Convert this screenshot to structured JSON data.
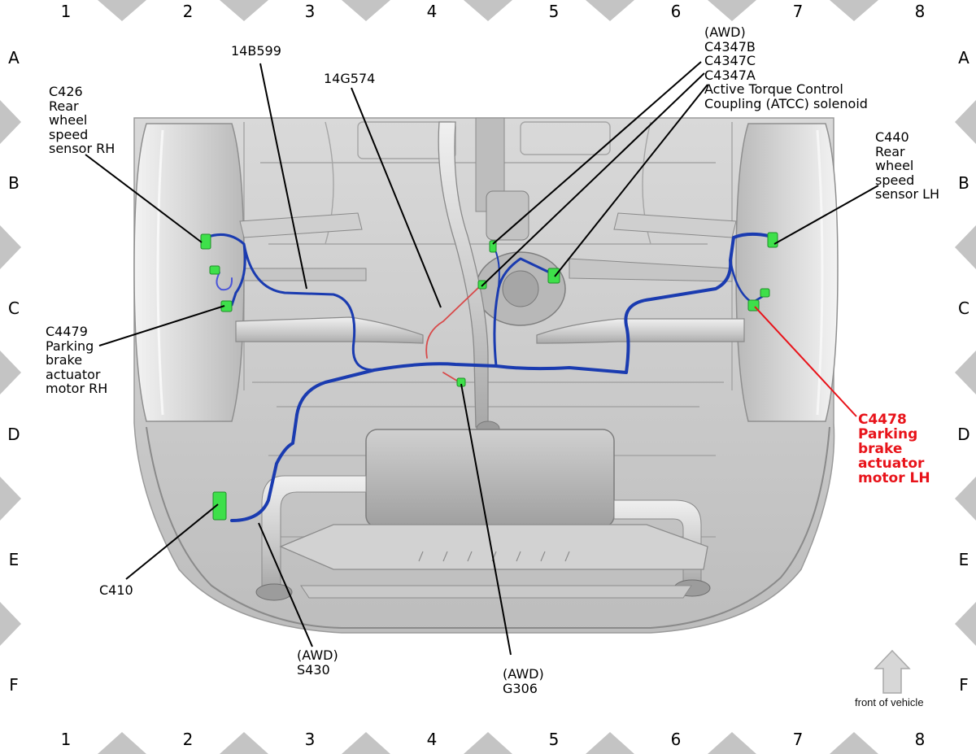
{
  "grid": {
    "columns": [
      "1",
      "2",
      "3",
      "4",
      "5",
      "6",
      "7",
      "8"
    ],
    "rows": [
      "A",
      "B",
      "C",
      "D",
      "E",
      "F"
    ]
  },
  "labels": {
    "c426": "C426\nRear\nwheel\nspeed\nsensor RH",
    "b14b599": "14B599",
    "g14g574": "14G574",
    "awd_top": "(AWD)\nC4347B\nC4347C\nC4347A\nActive Torque Control\nCoupling (ATCC) solenoid",
    "c440": "C440\nRear\nwheel\nspeed\nsensor LH",
    "c4479": "C4479\nParking\nbrake\nactuator\nmotor RH",
    "c4478": "C4478\nParking\nbrake\nactuator\nmotor LH",
    "c410": "C410",
    "s430": "(AWD)\nS430",
    "g306": "(AWD)\nG306",
    "front_of_vehicle": "front of vehicle"
  },
  "colors": {
    "harness": "#1a3bb0",
    "connector": "#3ee04a",
    "highlight_red": "#e8131a",
    "body_gray": "#c8c8c8",
    "border_triangle": "#c4c4c4"
  }
}
